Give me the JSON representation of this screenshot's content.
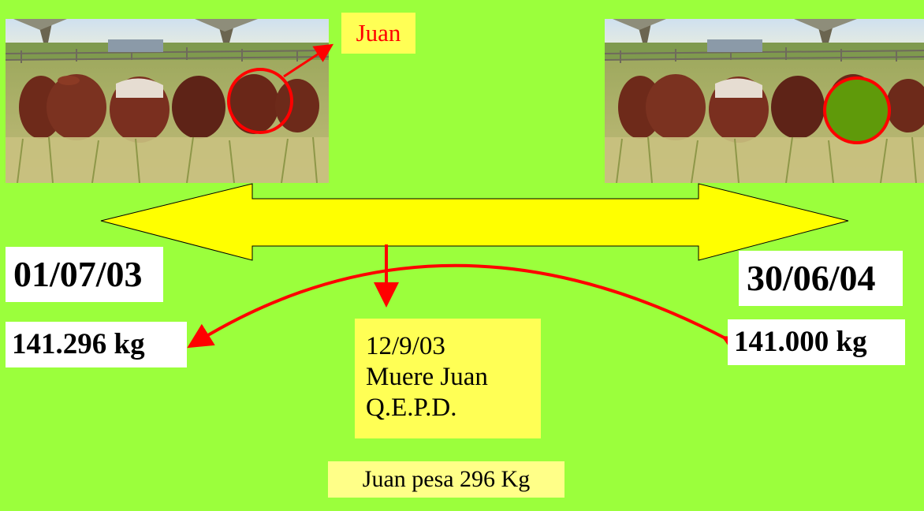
{
  "labels": {
    "juan_tag": "Juan",
    "start_date": "01/07/03",
    "end_date": "30/06/04",
    "start_weight": "141.296 kg",
    "end_weight": "141.000 kg",
    "death_date": "12/9/03",
    "death_line_1": "Muere Juan",
    "death_line_2": "Q.E.P.D.",
    "weight_note": "Juan pesa 296 Kg"
  },
  "colors": {
    "background": "#9bff3c",
    "arrow_fill": "#ffff00",
    "red": "#ff0000",
    "filled_circle": "#5f9a0a",
    "yellow_box": "#ffff55"
  },
  "images": {
    "left": "photo of herd of brown cows in a pasture with Juan circled",
    "right": "same herd photo with Juan covered by a green filled circle"
  }
}
